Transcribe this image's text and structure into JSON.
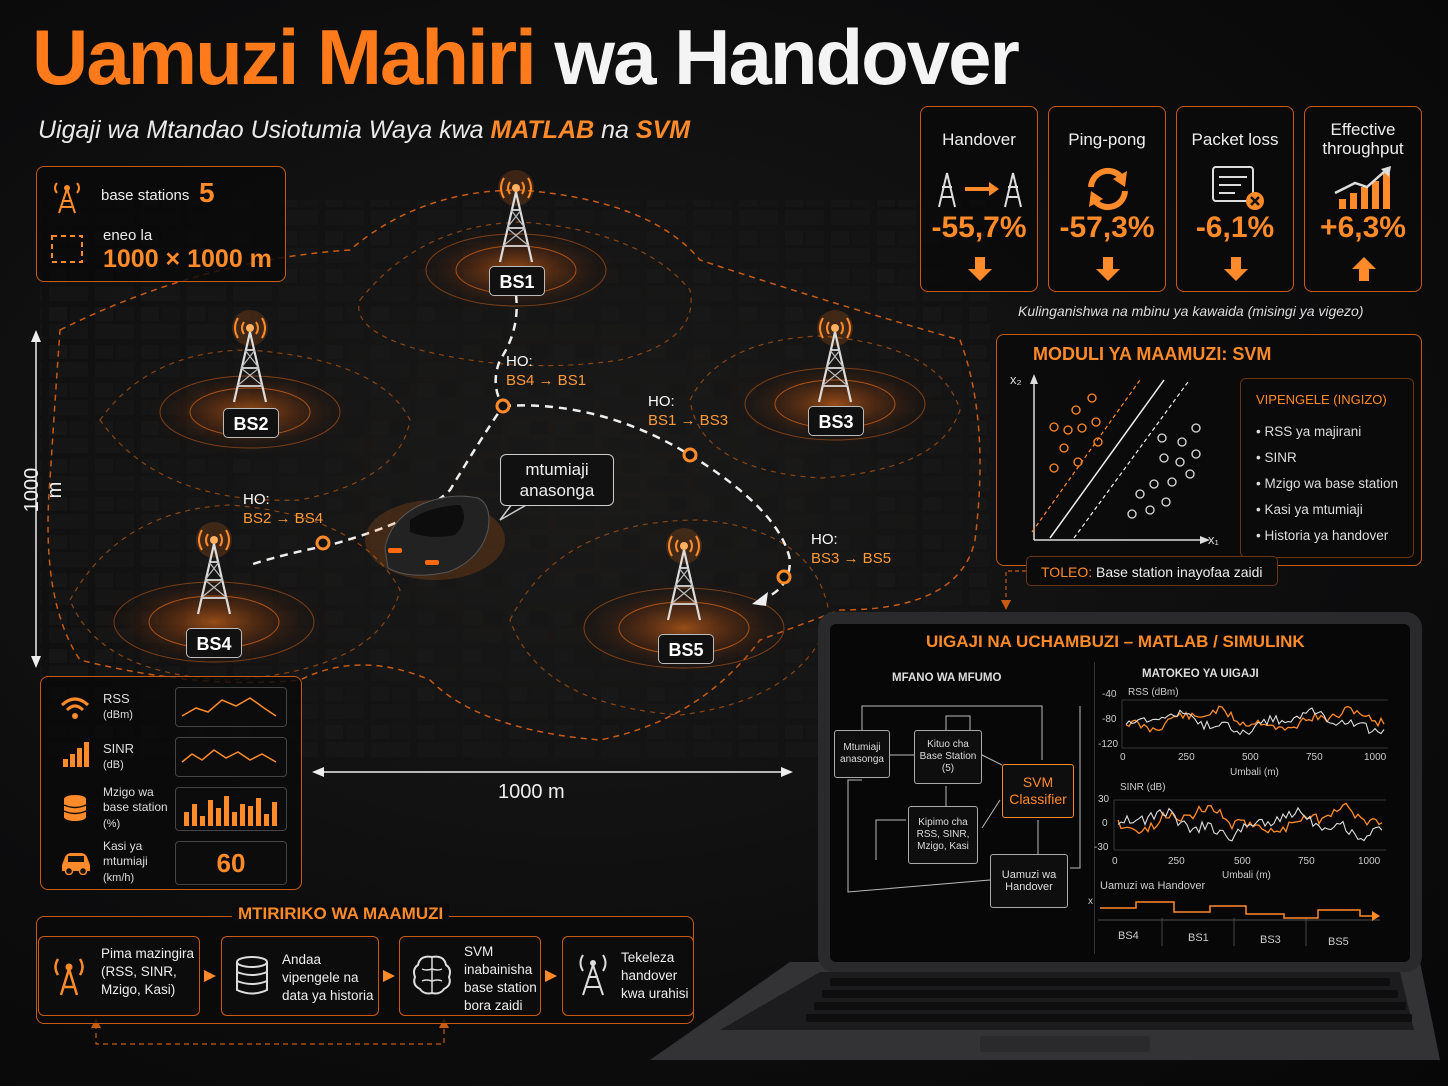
{
  "header": {
    "title_orange": "Uamuzi Mahiri",
    "title_white": "wa Handover",
    "subtitle_pre": "Uigaji wa Mtandao Usiotumia Waya kwa",
    "subtitle_matlab": "MATLAB",
    "subtitle_mid": "na",
    "subtitle_svm": "SVM"
  },
  "info": {
    "bs_label": "base stations",
    "bs_count": "5",
    "area_label": "eneo la",
    "area_value": "1000 × 1000 m"
  },
  "kpis": [
    {
      "label": "Handover",
      "value": "-55,7%",
      "direction": "down",
      "icon": "tower-handover-icon"
    },
    {
      "label": "Ping-pong",
      "value": "-57,3%",
      "direction": "down",
      "icon": "refresh-icon"
    },
    {
      "label": "Packet loss",
      "value": "-6,1%",
      "direction": "down",
      "icon": "packet-loss-icon"
    },
    {
      "label": "Effective throughput",
      "value": "+6,3%",
      "direction": "up",
      "icon": "throughput-chart-icon"
    }
  ],
  "kpi_note": "Kulinganishwa na mbinu ya kawaida (misingi ya vigezo)",
  "map": {
    "stations": [
      "BS1",
      "BS2",
      "BS3",
      "BS4",
      "BS5"
    ],
    "handovers": [
      {
        "title": "HO:",
        "route": "BS4 → BS1"
      },
      {
        "title": "HO:",
        "route": "BS1 → BS3"
      },
      {
        "title": "HO:",
        "route": "BS2 → BS4"
      },
      {
        "title": "HO:",
        "route": "BS3 → BS5"
      }
    ],
    "user_bubble": "mtumiaji anasonga",
    "vertical_dim": "1000 m",
    "horizontal_dim": "1000 m"
  },
  "svm_module": {
    "title": "MODULI YA MAAMUZI: SVM",
    "x1": "x₁",
    "x2": "x₂",
    "features_title": "VIPENGELE (INGIZO)",
    "features": [
      "RSS ya majirani",
      "SINR",
      "Mzigo wa base station",
      "Kasi ya mtumiaji",
      "Historia ya handover"
    ],
    "output_label": "TOLEO:",
    "output_value": "Base station inayofaa zaidi"
  },
  "sensors": [
    {
      "label": "RSS",
      "unit": "(dBm)",
      "icon": "wifi-icon"
    },
    {
      "label": "SINR",
      "unit": "(dB)",
      "icon": "signal-bars-icon"
    },
    {
      "label": "Mzigo wa base station",
      "unit": "(%)",
      "icon": "database-icon"
    },
    {
      "label": "Kasi ya mtumiaji",
      "unit": "(km/h)",
      "icon": "car-icon",
      "value": "60"
    }
  ],
  "flow": {
    "title": "MTIRIRIKO WA MAAMUZI",
    "steps": [
      {
        "text": "Pima mazingira (RSS, SINR, Mzigo, Kasi)",
        "icon": "antenna-icon"
      },
      {
        "text": "Andaa vipengele na data ya historia",
        "icon": "database-icon"
      },
      {
        "text": "SVM inabainisha base station bora zaidi",
        "icon": "brain-icon"
      },
      {
        "text": "Tekeleza handover kwa urahisi",
        "icon": "tower-icon"
      }
    ]
  },
  "laptop": {
    "title": "UIGAJI NA UCHAMBUZI – MATLAB / SIMULINK",
    "model_title": "MFANO WA MFUMO",
    "results_title": "MATOKEO YA UIGAJI",
    "blocks": {
      "user": "Mtumiaji anasonga",
      "bs_center": "Kituo cha Base Station (5)",
      "measure": "Kipimo cha RSS, SINR, Mzigo, Kasi",
      "svm": "SVM Classifier",
      "decision": "Uamuzi wa Handover"
    },
    "rss_plot": {
      "label": "RSS (dBm)",
      "yticks": [
        "-40",
        "-80",
        "-120"
      ],
      "xticks": [
        "0",
        "250",
        "500",
        "750",
        "1000"
      ],
      "xlabel": "Umbali (m)"
    },
    "sinr_plot": {
      "label": "SINR (dB)",
      "yticks": [
        "30",
        "0",
        "-30"
      ],
      "xticks": [
        "0",
        "250",
        "500",
        "750",
        "1000"
      ],
      "xlabel": "Umbali (m)"
    },
    "decision_plot": {
      "label": "Uamuzi wa Handover",
      "ylabel": "x",
      "bs_sequence": [
        "BS4",
        "BS1",
        "BS3",
        "BS5"
      ]
    }
  },
  "colors": {
    "accent": "#ff8a2a",
    "border": "#c85a14",
    "background": "#0a0a0b"
  }
}
